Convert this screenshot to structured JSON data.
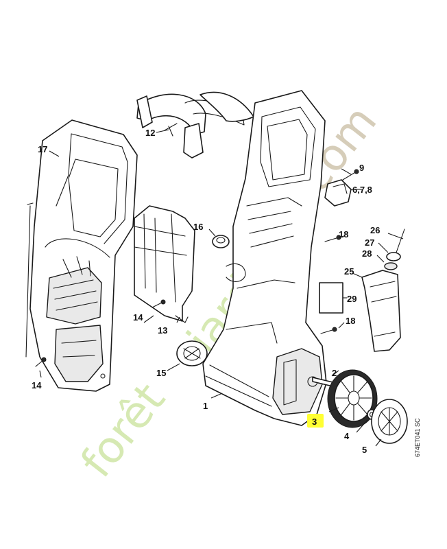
{
  "diagram": {
    "code": "674ET041 SC",
    "highlight_color": "#ffff33",
    "highlight_label": "3",
    "labels": {
      "l1": "1",
      "l2": "2",
      "l3": "3",
      "l4": "4",
      "l5": "5",
      "l678": "6,7,8",
      "l9": "9",
      "l12": "12",
      "l13": "13",
      "l14a": "14",
      "l14b": "14",
      "l15": "15",
      "l16": "16",
      "l17": "17",
      "l18a": "18",
      "l18b": "18",
      "l25": "25",
      "l26": "26",
      "l27": "27",
      "l28": "28",
      "l29": "29"
    }
  },
  "watermark": {
    "part1": "forêt",
    "part2": "jardin",
    "part3": ".com",
    "color_green": "#cfe6a6",
    "color_gray": "#d2c8b2"
  }
}
